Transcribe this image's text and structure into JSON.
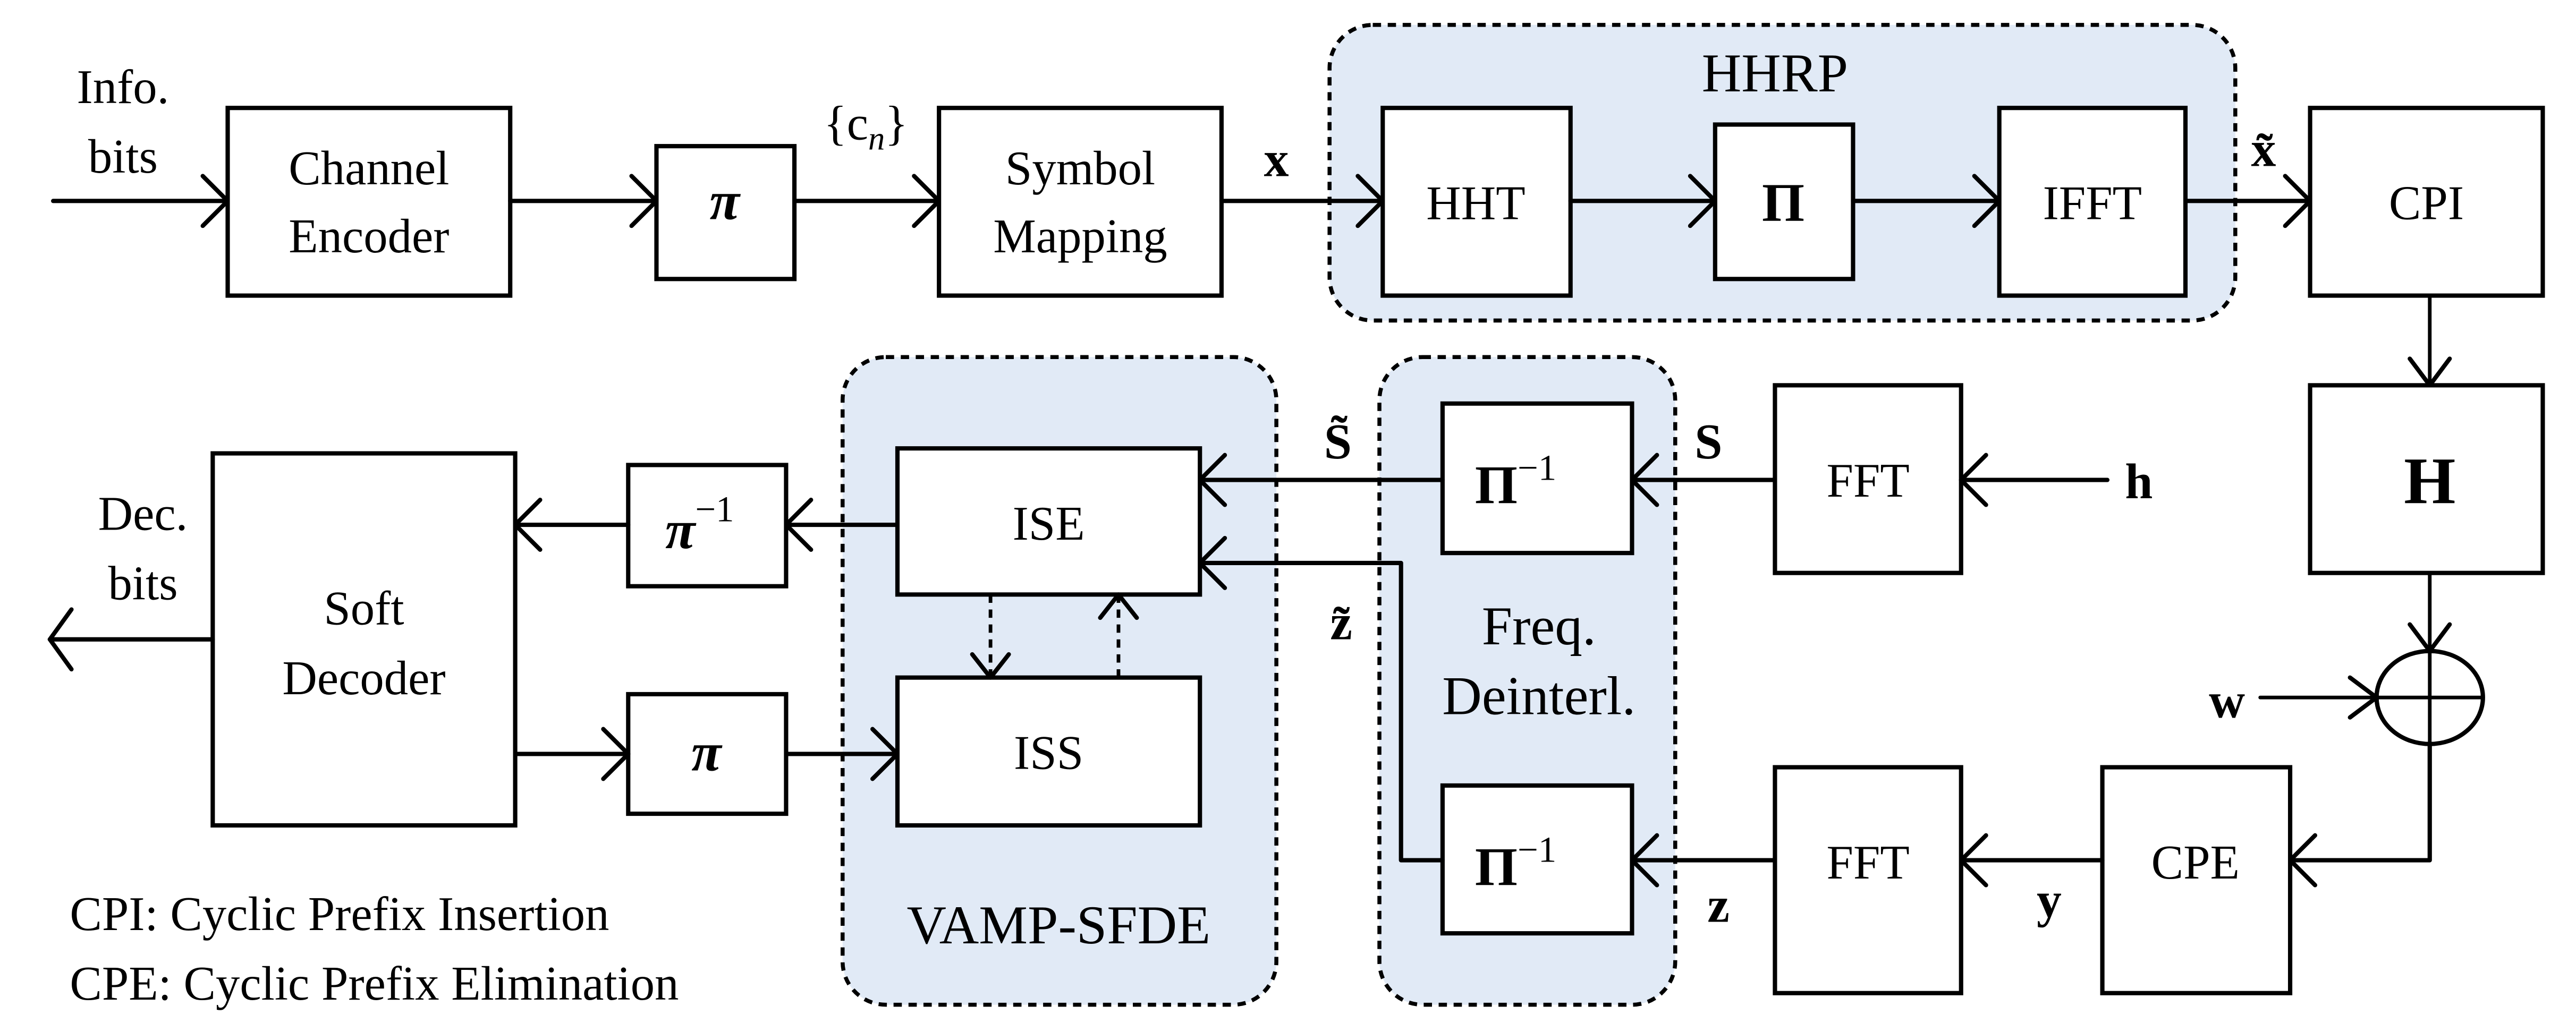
{
  "diagram": {
    "title": "Transceiver block diagram with HHRP and VAMP-SFDE",
    "colors": {
      "group_fill": "#E1EAF6",
      "stroke": "#000000",
      "box_fill": "#FFFFFF"
    },
    "groups": {
      "hhrp": {
        "label": "HHRP"
      },
      "vamp": {
        "label": "VAMP-SFDE"
      },
      "deint": {
        "label_line1": "Freq.",
        "label_line2": "Deinterl."
      }
    },
    "blocks": {
      "channel_encoder": {
        "line1": "Channel",
        "line2": "Encoder"
      },
      "interleaver_tx": {
        "label": "π"
      },
      "symbol_mapping": {
        "line1": "Symbol",
        "line2": "Mapping"
      },
      "hht": {
        "label": "HHT"
      },
      "permutation": {
        "label": "Π"
      },
      "ifft": {
        "label": "IFFT"
      },
      "cpi": {
        "label": "CPI"
      },
      "channel": {
        "label": "H"
      },
      "cpe": {
        "label": "CPE"
      },
      "fft_bottom": {
        "label": "FFT"
      },
      "fft_top": {
        "label": "FFT"
      },
      "inv_perm_top": {
        "base": "Π",
        "sup": "−1"
      },
      "inv_perm_bottom": {
        "base": "Π",
        "sup": "−1"
      },
      "ise": {
        "label": "ISE"
      },
      "iss": {
        "label": "ISS"
      },
      "deinterleaver_rx": {
        "base": "π",
        "sup": "−1"
      },
      "interleaver_rx": {
        "label": "π"
      },
      "soft_decoder": {
        "line1": "Soft",
        "line2": "Decoder"
      }
    },
    "signals": {
      "info_bits_line1": "Info.",
      "info_bits_line2": "bits",
      "coded_bits": "{c",
      "coded_bits_sub": "n",
      "coded_bits_close": "}",
      "x": "x",
      "x_tilde": "x̃",
      "h": "h",
      "w": "w",
      "y": "y",
      "z": "z",
      "z_tilde": "z̃",
      "S": "S",
      "S_tilde": "S̃",
      "dec_bits_line1": "Dec.",
      "dec_bits_line2": "bits"
    },
    "legend": [
      "CPI: Cyclic Prefix Insertion",
      "CPE: Cyclic Prefix Elimination"
    ]
  }
}
